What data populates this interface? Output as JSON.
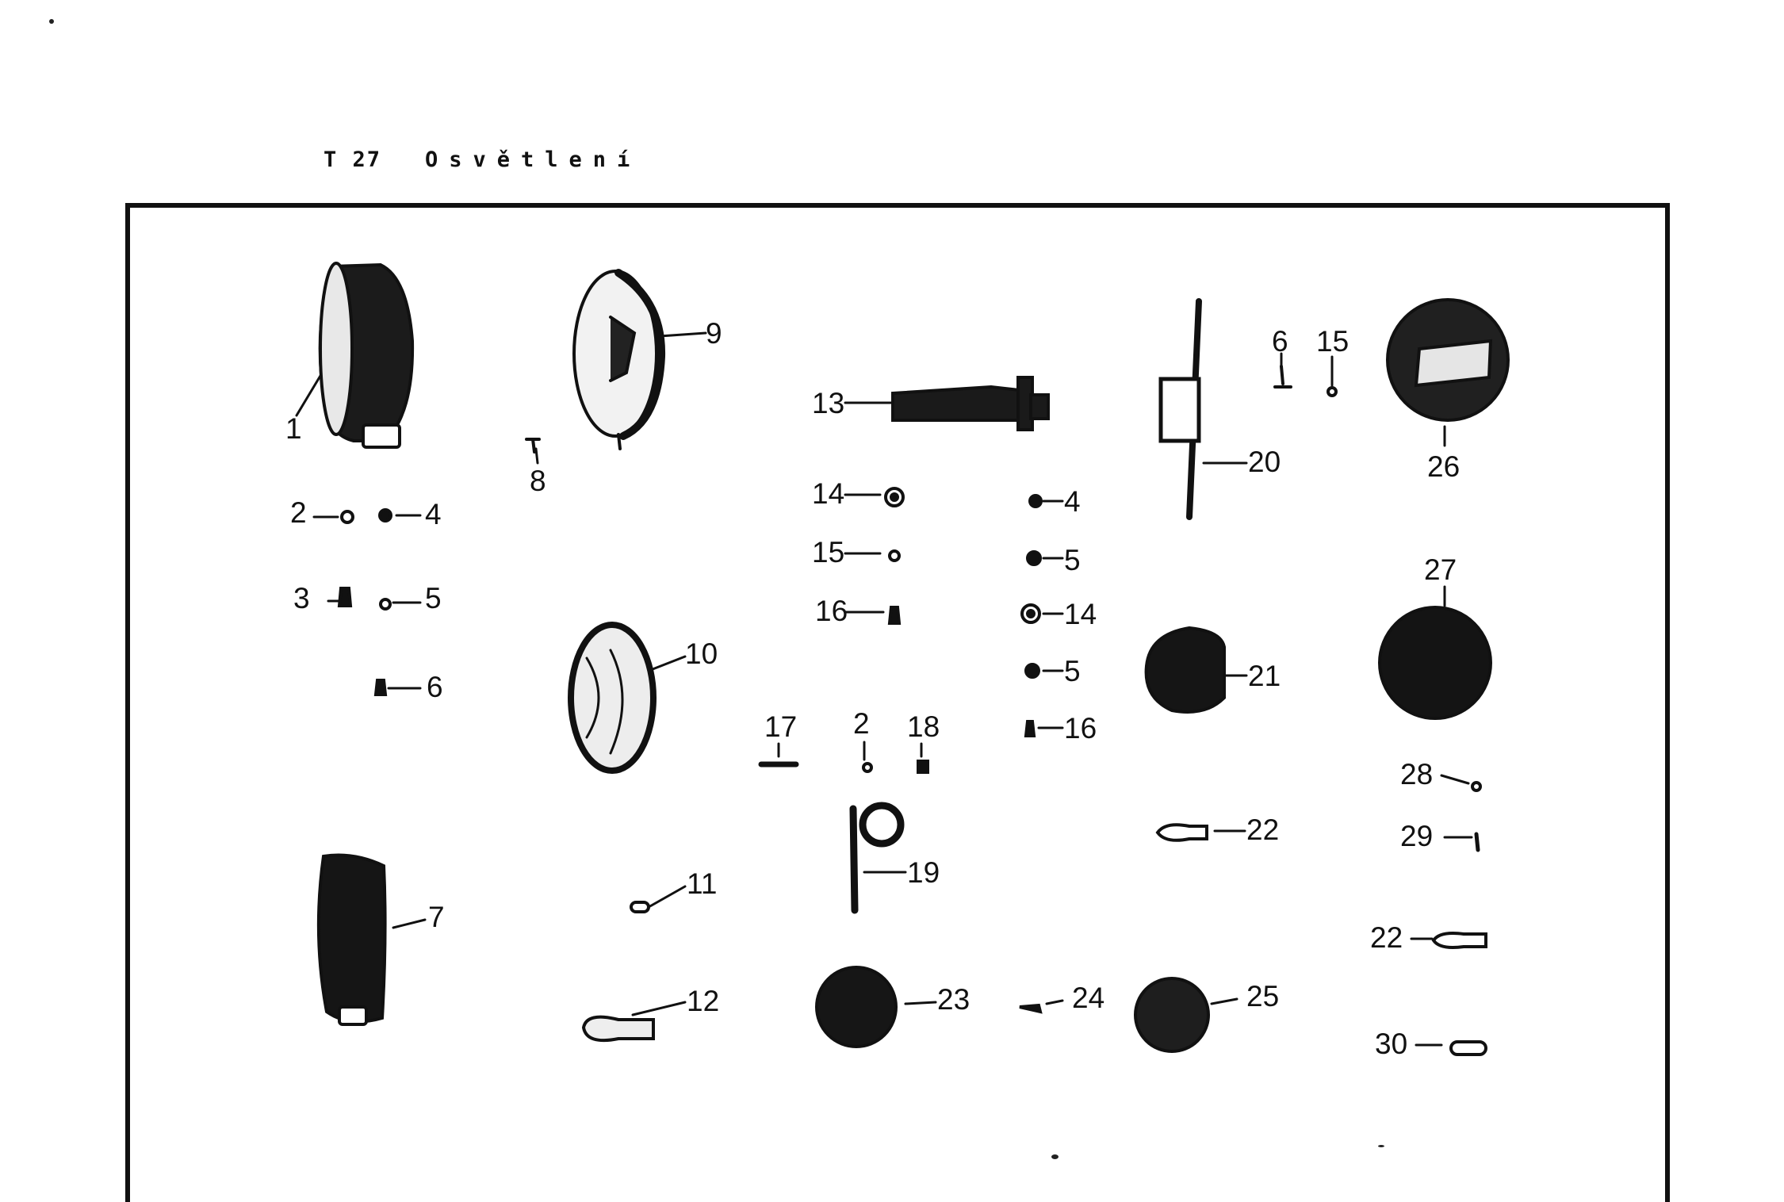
{
  "header": {
    "code": "T 27",
    "title": "Osvětlení"
  },
  "labels": [
    "1",
    "2",
    "3",
    "4",
    "5",
    "6",
    "7",
    "8",
    "9",
    "10",
    "11",
    "12",
    "13",
    "14",
    "15",
    "16",
    "17",
    "18",
    "19",
    "20",
    "21",
    "22",
    "23",
    "24",
    "25",
    "26",
    "27",
    "28",
    "29",
    "30"
  ],
  "colors": {
    "ink": "#111111",
    "paper": "#ffffff"
  }
}
